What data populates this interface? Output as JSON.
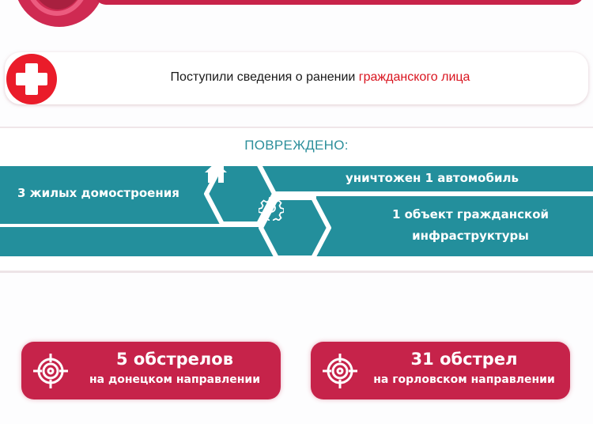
{
  "notice": {
    "text_prefix": "Поступили сведения о ранении ",
    "text_highlight": "гражданского лица",
    "icon": "medical-cross-icon",
    "highlight_color": "#d9141f"
  },
  "damage": {
    "title": "ПОВРЕЖДЕНО:",
    "items": [
      {
        "label": "3 жилых домостроения",
        "icon": "house-icon"
      },
      {
        "label": "уничтожен 1 автомобиль"
      },
      {
        "label_line1": "1 объект гражданской",
        "label_line2": "инфраструктуры",
        "icon": "gear-icon"
      }
    ],
    "accent_color": "#238f9c"
  },
  "shelling": [
    {
      "count": "5 обстрелов",
      "direction": "на донецком направлении",
      "icon": "target-icon"
    },
    {
      "count": "31 обстрел",
      "direction": "на горловском направлении",
      "icon": "target-icon"
    }
  ],
  "colors": {
    "brand_red": "#c6234a",
    "teal": "#238f9c"
  }
}
